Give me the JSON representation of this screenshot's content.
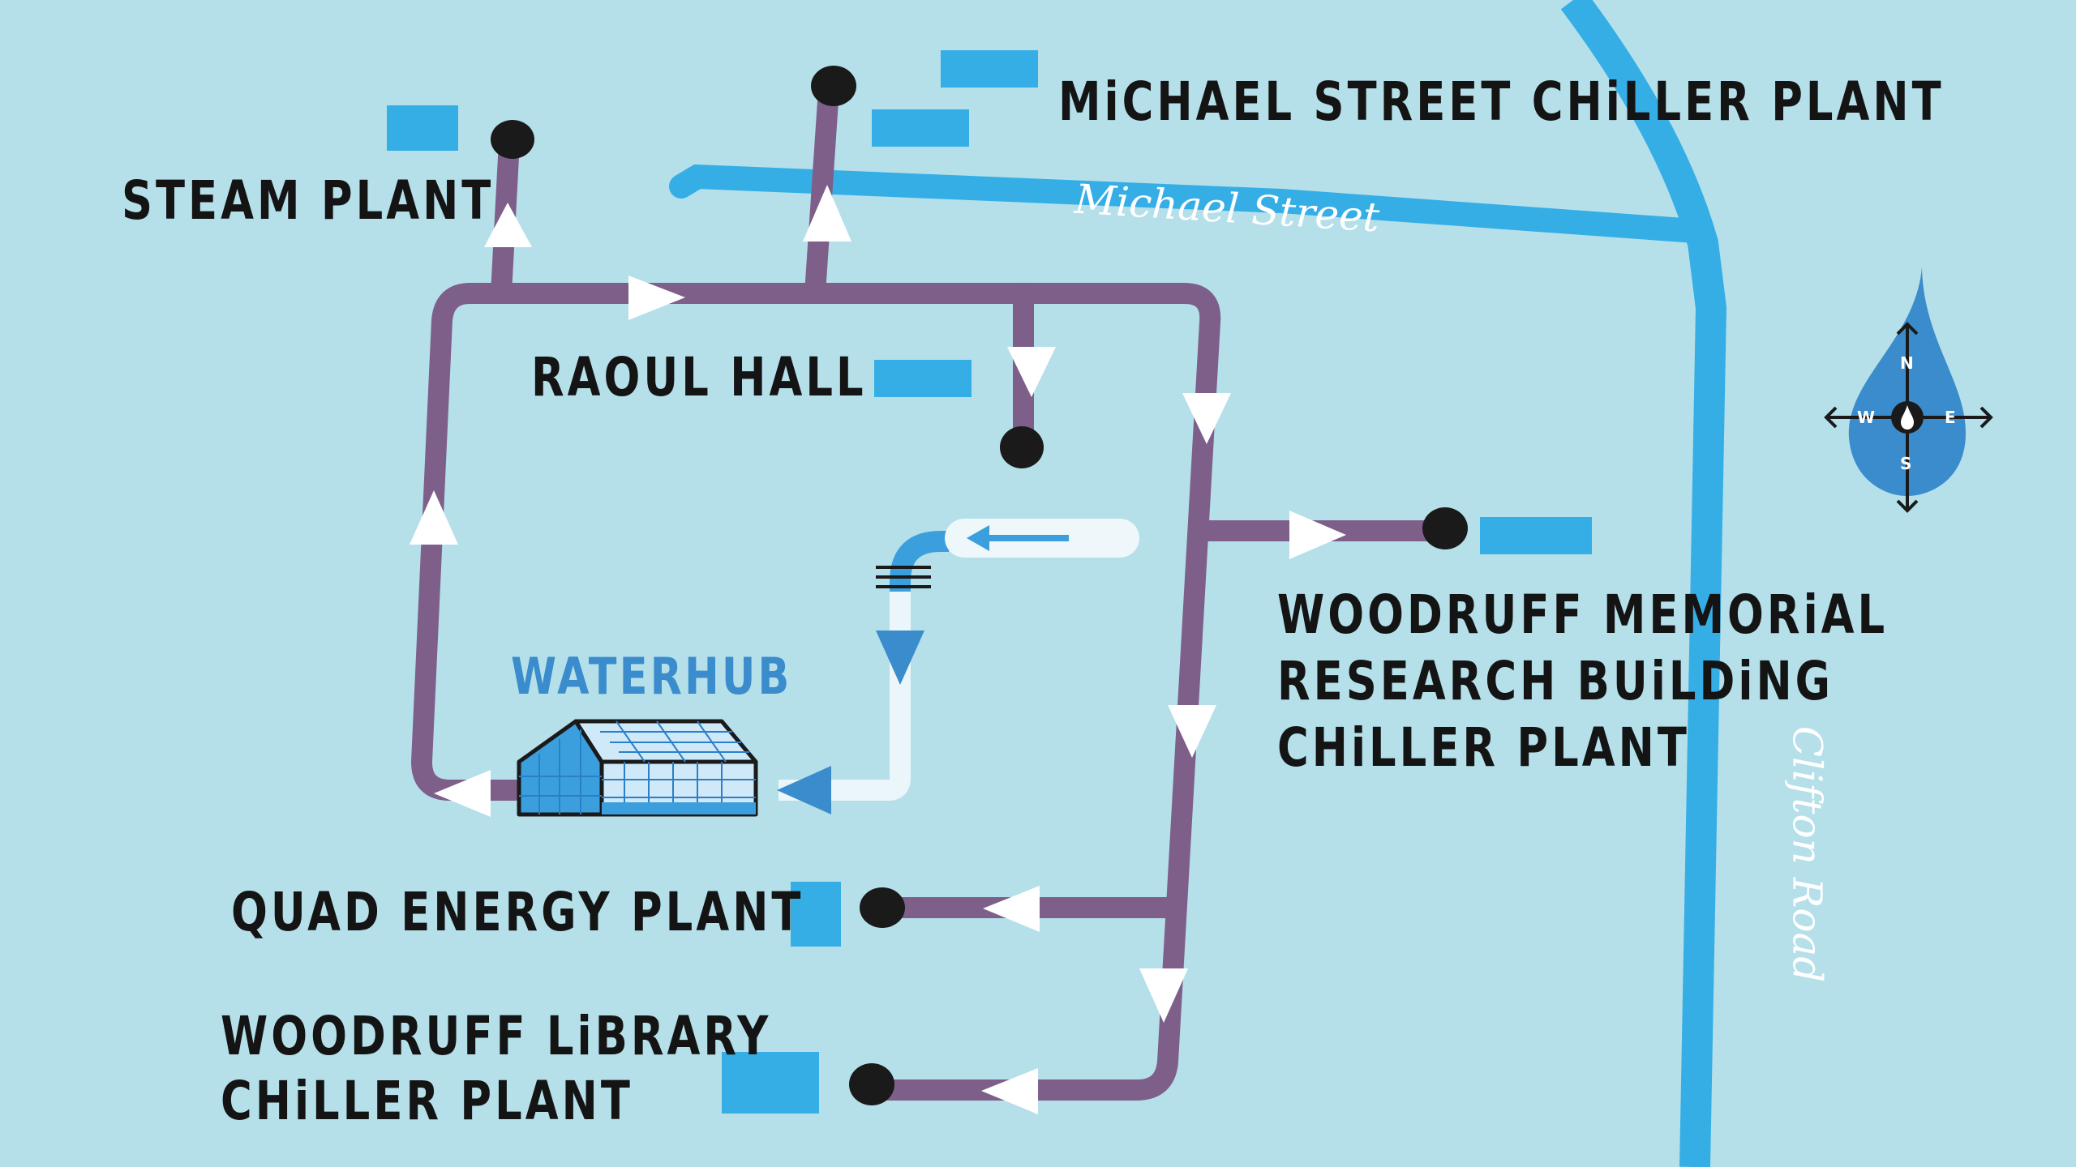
{
  "map": {
    "colors": {
      "background": "#b5e0ea",
      "loop": "#7e5f8a",
      "street": "#35aee6",
      "building": "#35aee6",
      "node": "#1a1a1a",
      "arrow": "#ffffff",
      "waterhub": "#3a8ccc",
      "compass": "#3a8ccc"
    },
    "facilities": {
      "steam_plant": "STEAM PLANT",
      "michael_street_chiller": "MiCHAEL STREET CHiLLER PLANT",
      "raoul_hall": "RAOUL HALL",
      "wmrb_line1": "WOODRUFF MEMORiAL",
      "wmrb_line2": "RESEARCH BUiLDiNG",
      "wmrb_line3": "CHiLLER PLANT",
      "quad_energy": "QUAD ENERGY PLANT",
      "library_line1": "WOODRUFF LiBRARY",
      "library_line2": "CHiLLER PLANT"
    },
    "waterhub_label": "WATERHUB",
    "streets": {
      "michael": "Michael Street",
      "clifton": "Clifton Road"
    },
    "compass": {
      "n": "N",
      "s": "S",
      "e": "E",
      "w": "W"
    }
  }
}
